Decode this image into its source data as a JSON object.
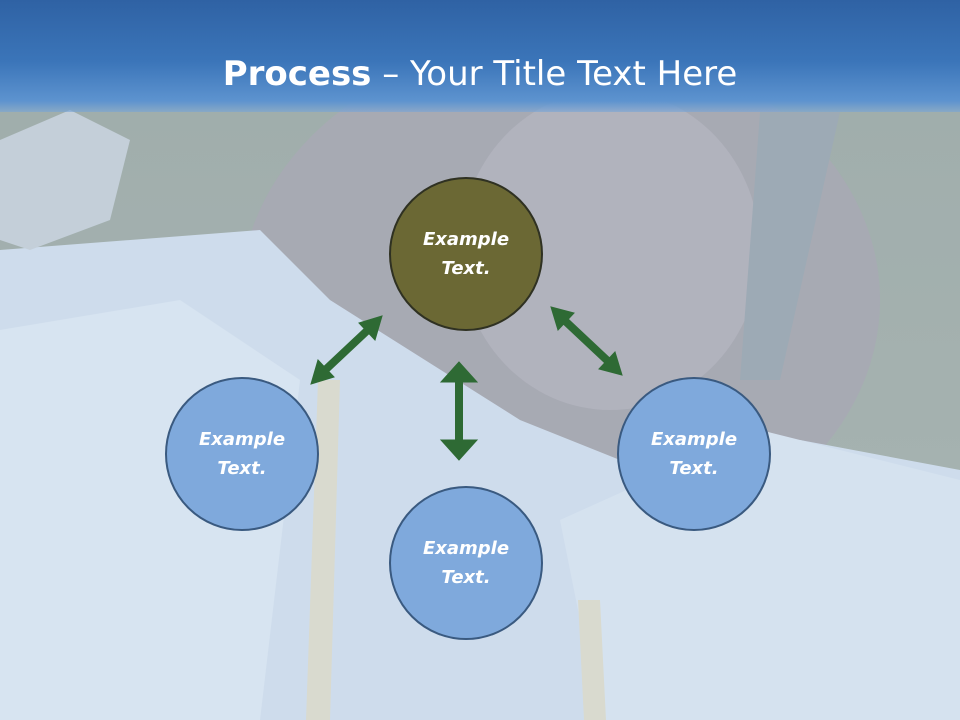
{
  "title": {
    "bold": "Process",
    "rest": " – Your Title Text Here"
  },
  "nodes": {
    "top": "Example\nText.",
    "left": "Example\nText.",
    "right": "Example\nText.",
    "bottom": "Example\nText."
  },
  "colors": {
    "title_bar": "#3b75b9",
    "center_node": "#6b6834",
    "outer_node": "#7fa9dc",
    "arrow": "#2e6a34"
  }
}
